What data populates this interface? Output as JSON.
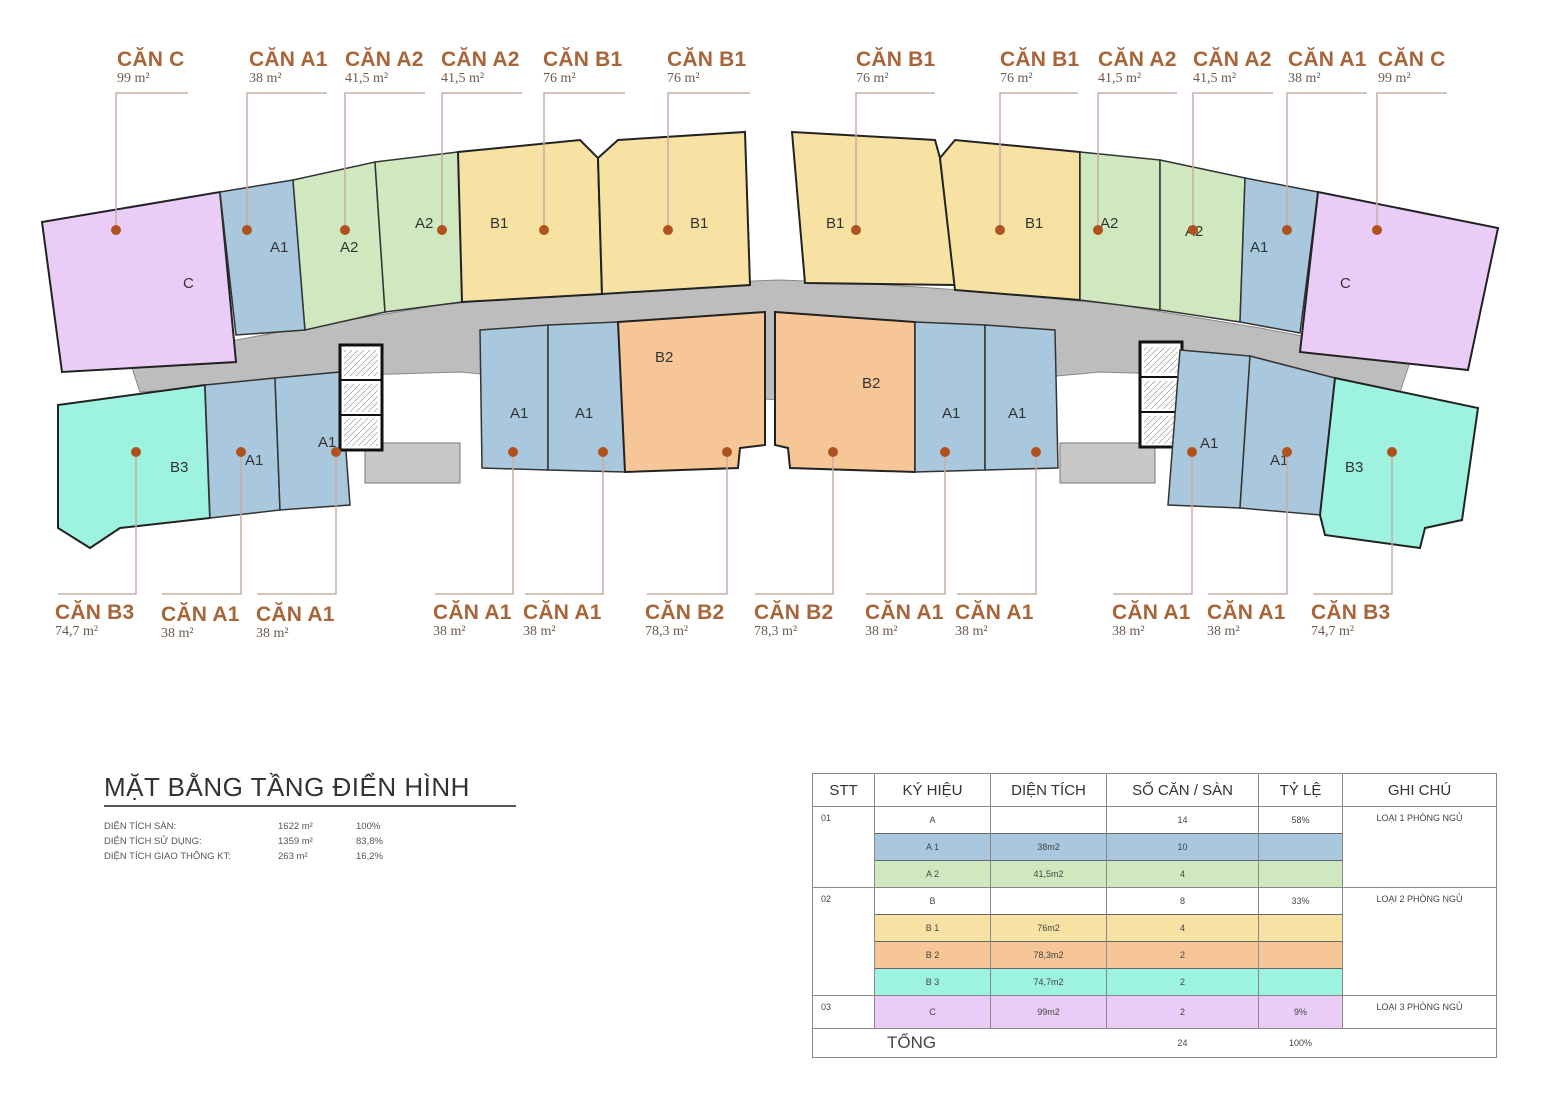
{
  "plan": {
    "colors": {
      "A1": "#a9c7dd",
      "A2": "#cfe8bf",
      "B1": "#f7e2a4",
      "B2": "#f6c696",
      "B3": "#9ef2e0",
      "C": "#eacdf6",
      "corridor": "#bdbdbd",
      "callout_line": "#c9ada0",
      "callout_dot": "#b0521f",
      "callout_text": "#a8653a"
    },
    "top_callouts": [
      {
        "name": "CĂN C",
        "area": "99 m²"
      },
      {
        "name": "CĂN A1",
        "area": "38 m²"
      },
      {
        "name": "CĂN A2",
        "area": "41,5 m²"
      },
      {
        "name": "CĂN A2",
        "area": "41,5 m²"
      },
      {
        "name": "CĂN B1",
        "area": "76 m²"
      },
      {
        "name": "CĂN B1",
        "area": "76 m²"
      },
      {
        "name": "CĂN B1",
        "area": "76 m²"
      },
      {
        "name": "CĂN B1",
        "area": "76 m²"
      },
      {
        "name": "CĂN A2",
        "area": "41,5 m²"
      },
      {
        "name": "CĂN A2",
        "area": "41,5 m²"
      },
      {
        "name": "CĂN A1",
        "area": "38 m²"
      },
      {
        "name": "CĂN C",
        "area": "99 m²"
      }
    ],
    "bottom_callouts": [
      {
        "name": "CĂN B3",
        "area": "74,7 m²"
      },
      {
        "name": "CĂN A1",
        "area": "38 m²"
      },
      {
        "name": "CĂN A1",
        "area": "38 m²"
      },
      {
        "name": "CĂN A1",
        "area": "38 m²"
      },
      {
        "name": "CĂN A1",
        "area": "38 m²"
      },
      {
        "name": "CĂN B2",
        "area": "78,3 m²"
      },
      {
        "name": "CĂN B2",
        "area": "78,3 m²"
      },
      {
        "name": "CĂN A1",
        "area": "38 m²"
      },
      {
        "name": "CĂN A1",
        "area": "38 m²"
      },
      {
        "name": "CĂN A1",
        "area": "38 m²"
      },
      {
        "name": "CĂN A1",
        "area": "38 m²"
      },
      {
        "name": "CĂN B3",
        "area": "74,7 m²"
      }
    ],
    "unit_labels": [
      "C",
      "A1",
      "A2",
      "A2",
      "B1",
      "B1",
      "B1",
      "B1",
      "A2",
      "A2",
      "A1",
      "C",
      "B3",
      "A1",
      "A1",
      "A1",
      "A1",
      "B2",
      "B2",
      "A1",
      "A1",
      "A1",
      "A1",
      "B3"
    ]
  },
  "title_block": {
    "title": "MẶT BẰNG TẦNG ĐIỂN HÌNH",
    "stats": [
      {
        "label": "DIỆN TÍCH SÀN:",
        "value": "1622 m²",
        "percent": "100%"
      },
      {
        "label": "DIỆN TÍCH SỬ DỤNG:",
        "value": "1359 m²",
        "percent": "83,8%"
      },
      {
        "label": "DIỆN TÍCH GIAO THÔNG KT:",
        "value": "263 m²",
        "percent": "16,2%"
      }
    ]
  },
  "summary_table": {
    "headers": [
      "STT",
      "KÝ HIỆU",
      "DIỆN TÍCH",
      "SỐ CĂN / SÀN",
      "TỶ LỆ",
      "GHI CHÚ"
    ],
    "groups": [
      {
        "stt": "01",
        "code": "A",
        "count": "14",
        "ratio": "58%",
        "note": "LOẠI 1 PHÒNG NGỦ",
        "rows": [
          {
            "code": "A 1",
            "area": "38m2",
            "count": "10",
            "color": "#a9c7dd"
          },
          {
            "code": "A 2",
            "area": "41,5m2",
            "count": "4",
            "color": "#cfe8bf"
          }
        ]
      },
      {
        "stt": "02",
        "code": "B",
        "count": "8",
        "ratio": "33%",
        "note": "LOẠI 2 PHÒNG NGỦ",
        "rows": [
          {
            "code": "B 1",
            "area": "76m2",
            "count": "4",
            "color": "#f7e2a4"
          },
          {
            "code": "B 2",
            "area": "78,3m2",
            "count": "2",
            "color": "#f6c696"
          },
          {
            "code": "B 3",
            "area": "74,7m2",
            "count": "2",
            "color": "#9ef2e0"
          }
        ]
      },
      {
        "stt": "03",
        "code": "C",
        "area": "99m2",
        "count": "2",
        "ratio": "9%",
        "note": "LOẠI 3 PHÒNG NGỦ",
        "color": "#eacdf6"
      }
    ],
    "total": {
      "label": "TỔNG",
      "count": "24",
      "ratio": "100%"
    }
  }
}
